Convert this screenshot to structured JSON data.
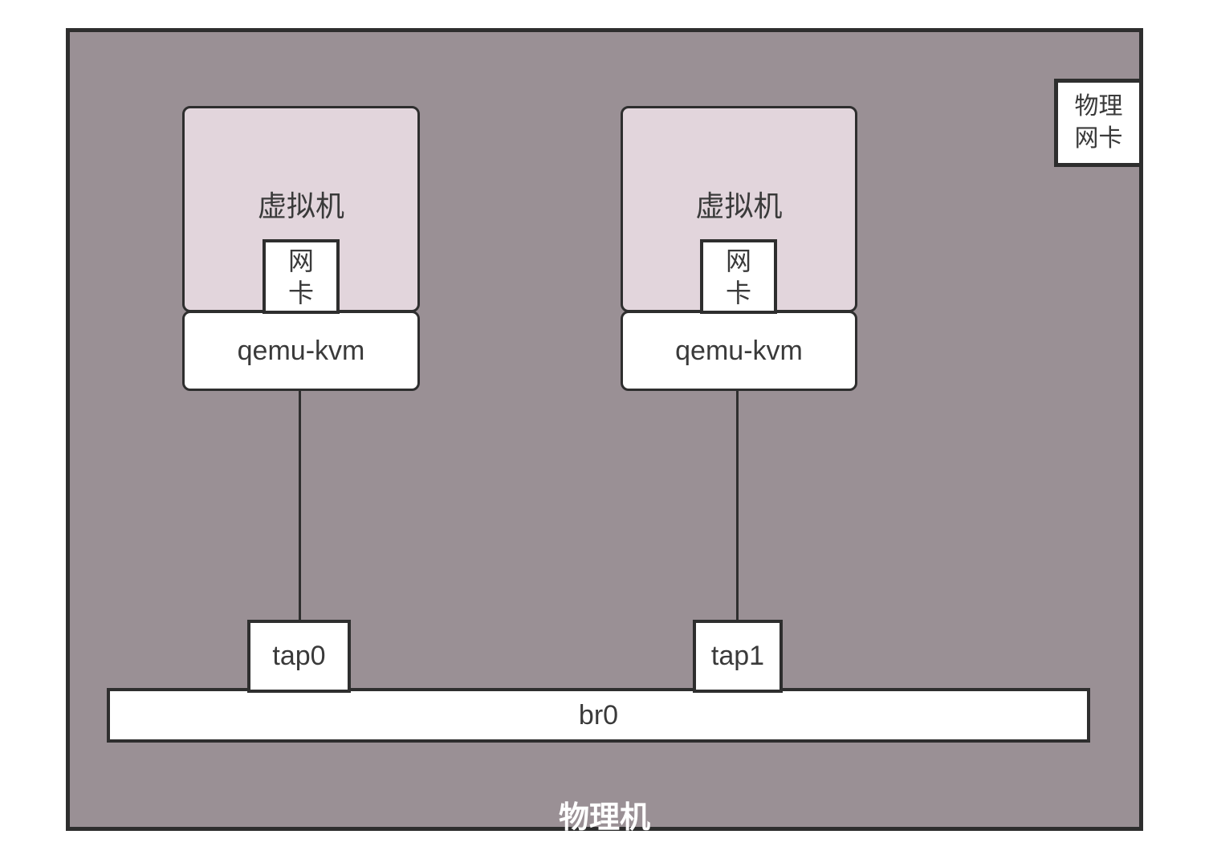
{
  "diagram": {
    "title_context": "qemu-kvm bridged networking diagram",
    "host": {
      "label": "物理机"
    },
    "physical_nic": {
      "label": "物理\n网卡"
    },
    "bridge": {
      "label": "br0"
    },
    "vms": [
      {
        "vm_label": "虚拟机",
        "nic_label": "网\n卡",
        "hypervisor_label": "qemu-kvm",
        "tap_label": "tap0"
      },
      {
        "vm_label": "虚拟机",
        "nic_label": "网\n卡",
        "hypervisor_label": "qemu-kvm",
        "tap_label": "tap1"
      }
    ],
    "colors": {
      "host_bg": "#9a9095",
      "vm_bg": "#e2d5dc",
      "border": "#2e2e2e",
      "box_bg": "#ffffff",
      "text": "#3a3a3a",
      "host_label_color": "#ffffff"
    }
  }
}
